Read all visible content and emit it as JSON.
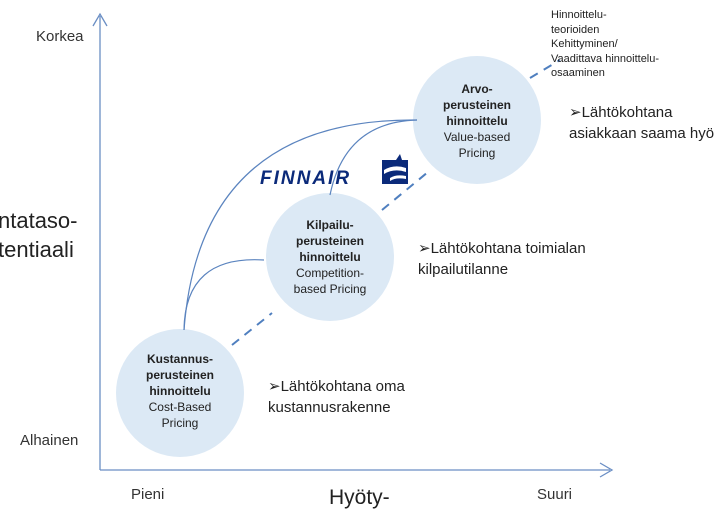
{
  "axes": {
    "y_high": "Korkea",
    "y_low": "Alhainen",
    "x_low": "Pieni",
    "x_high": "Suuri",
    "y_title_line1": "ntataso-",
    "y_title_line2": "tentiaali",
    "x_title": "Hyöty-"
  },
  "bubbles": [
    {
      "title_lines": [
        "Kustannus-",
        "perusteinen",
        "hinnoittelu"
      ],
      "sub_lines": [
        "Cost-Based",
        "Pricing"
      ]
    },
    {
      "title_lines": [
        "Kilpailu-",
        "perusteinen",
        "hinnoittelu"
      ],
      "sub_lines": [
        "Competition-",
        "based Pricing"
      ]
    },
    {
      "title_lines": [
        "Arvo-",
        "perusteinen",
        "hinnoittelu"
      ],
      "sub_lines": [
        "Value-based",
        "Pricing"
      ]
    }
  ],
  "notes": {
    "cost": [
      "➢Lähtökohtana oma",
      "kustannusrakenne"
    ],
    "competition": [
      "➢Lähtökohtana toimialan",
      "kilpailutilanne"
    ],
    "value": [
      "➢Lähtökohtana",
      "asiakkaan saama hyö"
    ]
  },
  "top_note_lines": [
    "Hinnoittelu-",
    "teorioiden",
    "Kehittyminen/",
    "Vaadittava hinnoittelu-",
    "osaaminen"
  ],
  "logo": {
    "text": "FINNAIR",
    "color": "#0b2a7a"
  },
  "colors": {
    "bubble_fill": "#dce9f5",
    "axis": "#6a8ec4",
    "curve": "#5b84bf",
    "dashed": "#4f7fbf"
  }
}
